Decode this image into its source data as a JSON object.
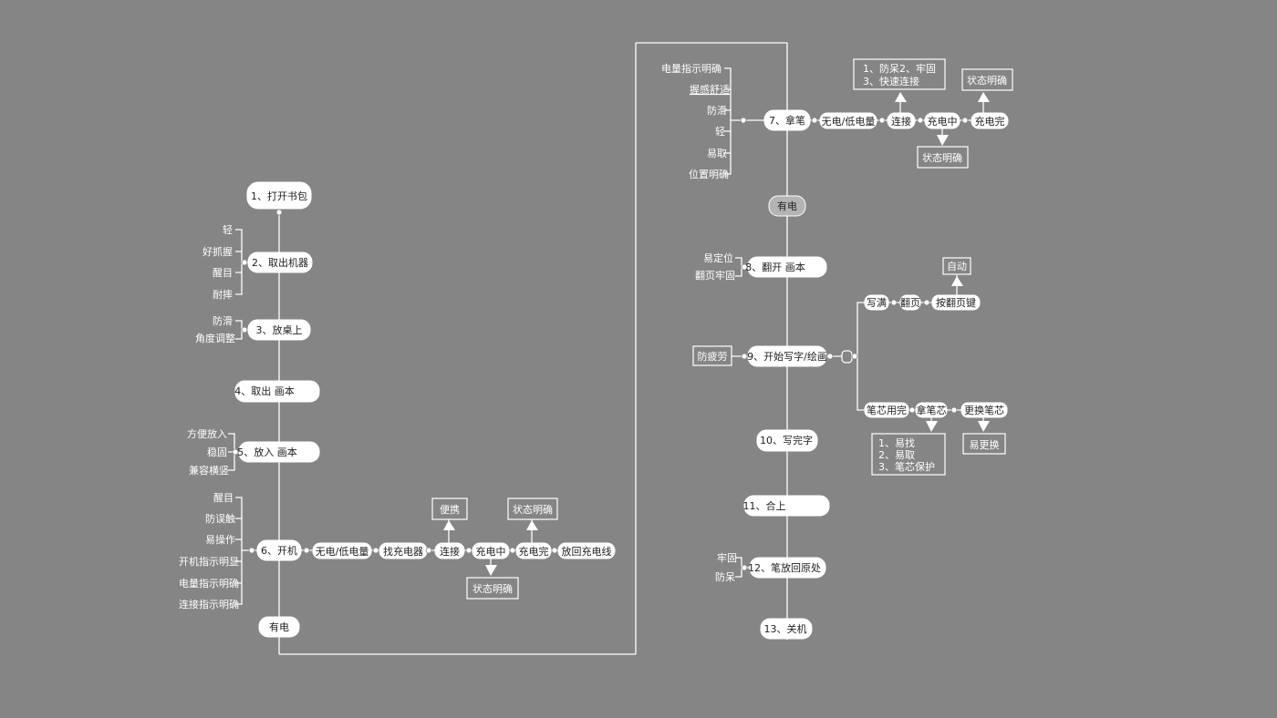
{
  "colors": {
    "background": "#858585",
    "line": "#ffffff",
    "node_fill": "#ffffff",
    "node_text": "#1e1e1e",
    "grey_node": "#b4b4b4"
  },
  "steps": {
    "s1": "1、打开书包",
    "s2": "2、取出机器",
    "s3": "3、放桌上",
    "s4": "4、取出 画本",
    "s5": "5、放入 画本",
    "s6": "6、开机",
    "power_left": "有电",
    "s7": "7、拿笔",
    "power_right": "有电",
    "s8": "8、翻开 画本",
    "s9": "9、开始写字/绘画",
    "s10": "10、写完字",
    "s11": "11、合上",
    "s12": "12、笔放回原处",
    "s13": "13、关机"
  },
  "left_labels": {
    "s2": [
      "轻",
      "好抓握",
      "醒目",
      "耐摔"
    ],
    "s3": [
      "防滑",
      "角度调整"
    ],
    "s5": [
      "方便放入",
      "稳固",
      "兼容横竖"
    ],
    "s6": [
      "醒目",
      "防误触",
      "易操作",
      "开机指示明显",
      "电量指示明确",
      "连接指示明确"
    ]
  },
  "charge_flow": {
    "low": "无电/低电量",
    "find": "找充电器",
    "connect": "连接",
    "charging": "充电中",
    "done": "充电完",
    "return": "放回充电线",
    "portable": "便携",
    "status_top": "状态明确",
    "status_bottom": "状态明确"
  },
  "pen_labels": [
    "电量指示明确",
    "握感舒适",
    "防滑",
    "轻",
    "易取",
    "位置明确"
  ],
  "pen_flow": {
    "low": "无电/低电量",
    "connect": "连接",
    "charging": "充电中",
    "done": "充电完",
    "connect_note_1": "1、防呆2、牢固",
    "connect_note_2": "3、快速连接",
    "status_top": "状态明确",
    "status_bottom": "状态明确"
  },
  "s8_labels": [
    "易定位",
    "翻页牢固"
  ],
  "s9_side": "防疲劳",
  "write_flow": {
    "full": "写满",
    "turn": "翻页",
    "press": "按翻页键",
    "auto": "自动"
  },
  "refill_flow": {
    "used": "笔芯用完",
    "take": "拿笔芯",
    "replace": "更换笔芯",
    "easy_replace": "易更换",
    "notes": [
      "1、易找",
      "2、易取",
      "3、笔芯保护"
    ]
  },
  "s12_labels": [
    "牢固",
    "防呆"
  ]
}
